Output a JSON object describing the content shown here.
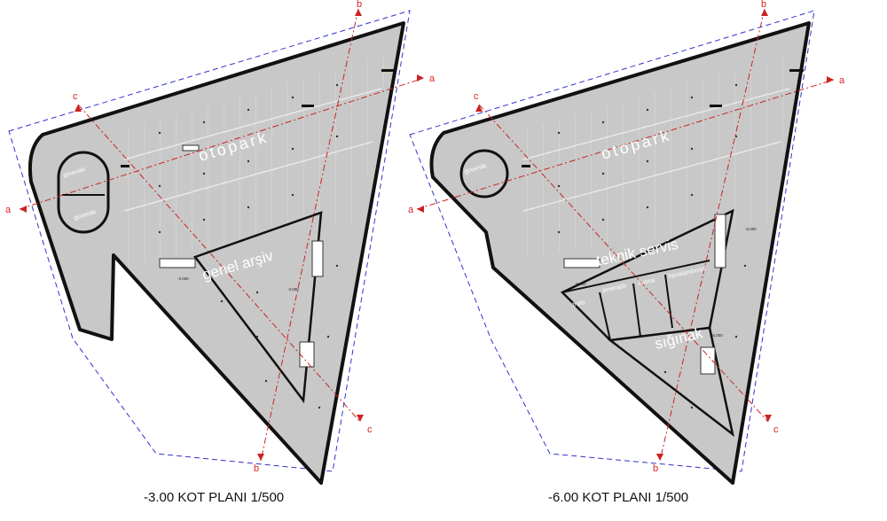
{
  "plans": [
    {
      "id": "minus3",
      "caption": "-3.00 KOT PLANI 1/500",
      "labels": {
        "otopark": "otopark",
        "genel_arsiv": "genel arşiv",
        "guvenlik": "güvenlik",
        "guvenlik2": "güvenlik",
        "level_a": "-3,000",
        "level_b": "-3,000"
      },
      "section_marks": {
        "a": "a",
        "b": "b",
        "c": "c"
      }
    },
    {
      "id": "minus6",
      "caption": "-6.00 KOT PLANI 1/500",
      "labels": {
        "otopark": "otopark",
        "teknik_servis": "teknik servis",
        "siginak": "sığınak",
        "guvenlik": "güvenlik",
        "trafo": "trafo",
        "jenerator": "jeneratör",
        "isitma": "ısıtma",
        "havalandirma": "havalandırma",
        "level_a": "-6,000",
        "level_b": "-6,000",
        "level_c": "-6,000"
      },
      "section_marks": {
        "a": "a",
        "b": "b",
        "c": "c"
      }
    }
  ],
  "colors": {
    "floor": "#c8c8c8",
    "wall": "#111111",
    "dash_red": "#cc2222",
    "dash_blue": "#3333cc"
  }
}
